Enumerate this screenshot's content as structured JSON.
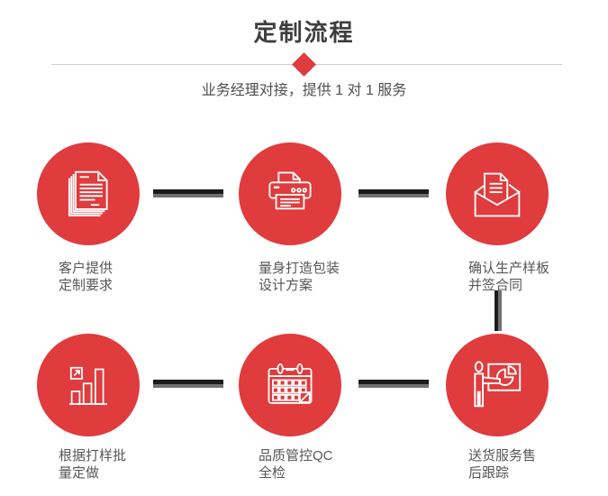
{
  "header": {
    "title": "定制流程",
    "subtitle": "业务经理对接，提供 1 对 1 服务"
  },
  "colors": {
    "accent": "#e03b3d",
    "connector_dark": "#1b1b1b",
    "connector_light": "#707070",
    "divider": "#cbcbcb",
    "title_text": "#3e3e3e",
    "label_text": "#575757"
  },
  "steps": [
    {
      "icon": "documents-icon",
      "label_line1": "客户提供",
      "label_line2": "定制要求"
    },
    {
      "icon": "printer-icon",
      "label_line1": "量身打造包装",
      "label_line2": "设计方案"
    },
    {
      "icon": "envelope-icon",
      "label_line1": "确认生产样板",
      "label_line2": "并签合同"
    },
    {
      "icon": "bar-chart-icon",
      "label_line1": "根据打样批",
      "label_line2": "量定做"
    },
    {
      "icon": "calendar-icon",
      "label_line1": "品质管控QC",
      "label_line2": "全检"
    },
    {
      "icon": "presentation-icon",
      "label_line1": "送货服务售",
      "label_line2": "后跟踪"
    }
  ]
}
